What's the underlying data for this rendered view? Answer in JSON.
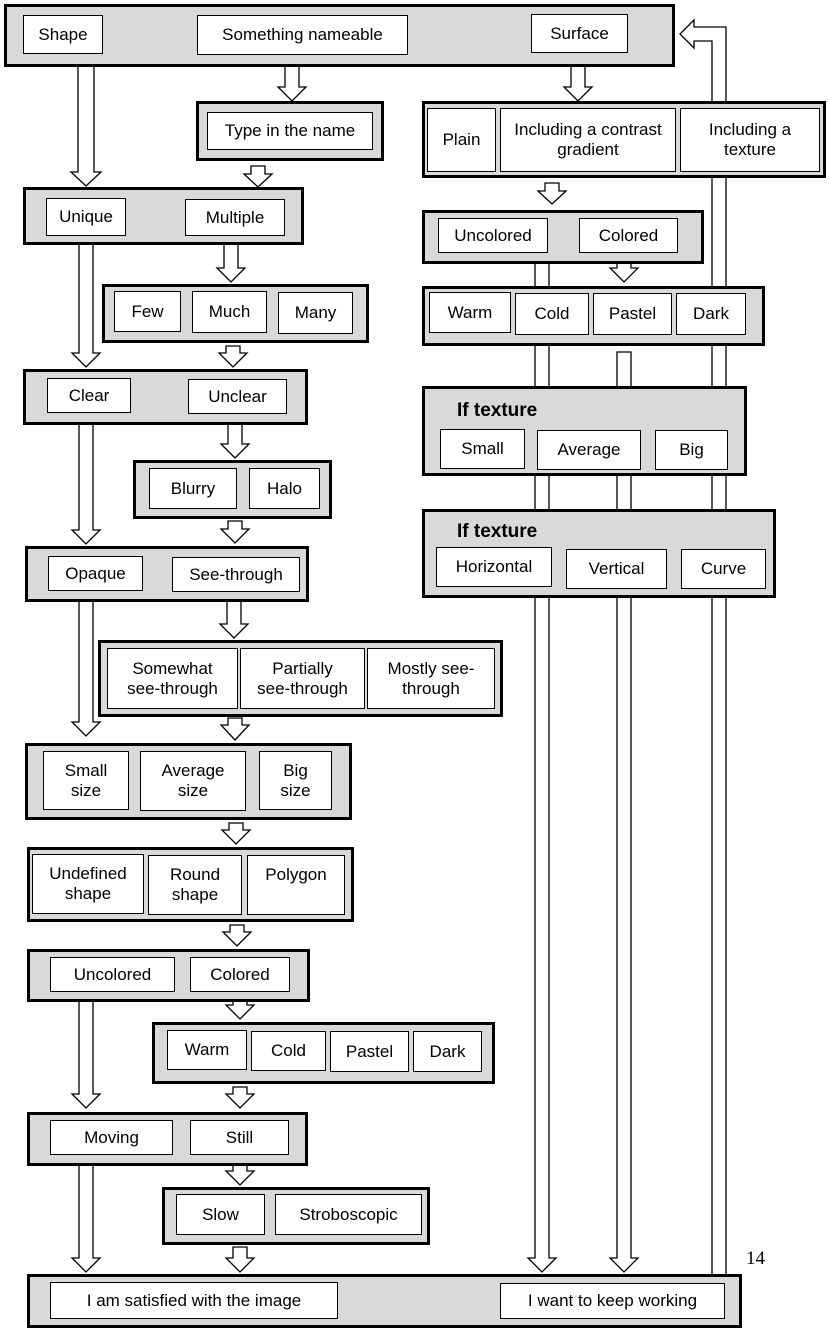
{
  "top": {
    "shape": "Shape",
    "nameable": "Something nameable",
    "surface": "Surface",
    "type_name": "Type in the name"
  },
  "surface_types": [
    "Plain",
    "Including a contrast gradient",
    "Including a texture"
  ],
  "surface_color": [
    "Uncolored",
    "Colored"
  ],
  "surface_tones": [
    "Warm",
    "Cold",
    "Pastel",
    "Dark"
  ],
  "texture_size": {
    "heading": "If texture",
    "options": [
      "Small",
      "Average",
      "Big"
    ]
  },
  "texture_direction": {
    "heading": "If texture",
    "options": [
      "Horizontal",
      "Vertical",
      "Curve"
    ]
  },
  "count": {
    "unique": "Unique",
    "multiple": "Multiple"
  },
  "multiple_options": [
    "Few",
    "Much",
    "Many"
  ],
  "clarity": {
    "clear": "Clear",
    "unclear": "Unclear"
  },
  "unclear_options": [
    "Blurry",
    "Halo"
  ],
  "opacity": {
    "opaque": "Opaque",
    "see_through": "See-through"
  },
  "see_through_options": [
    "Somewhat see-through",
    "Partially see-through",
    "Mostly see-through"
  ],
  "size_options": [
    "Small size",
    "Average size",
    "Big size"
  ],
  "shape_options": [
    "Undefined shape",
    "Round shape",
    "Polygon"
  ],
  "shape_color": {
    "uncolored": "Uncolored",
    "colored": "Colored"
  },
  "shape_tones": [
    "Warm",
    "Cold",
    "Pastel",
    "Dark"
  ],
  "motion": {
    "moving": "Moving",
    "still": "Still"
  },
  "still_options": [
    "Slow",
    "Stroboscopic"
  ],
  "final": {
    "satisfied": "I am satisfied with the image",
    "keep_working": "I want to keep working"
  },
  "page_number": "14"
}
